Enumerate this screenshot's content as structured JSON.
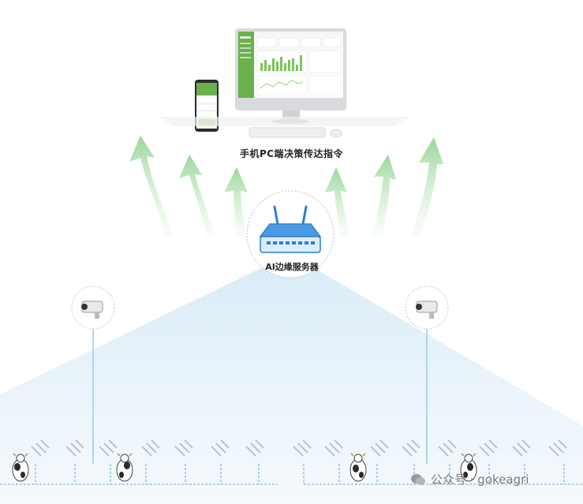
{
  "captions": {
    "pc_command": "手机PC端决策传达指令",
    "edge_server": "AI边缘服务器"
  },
  "watermark": {
    "text": "公众号 · gokeagri",
    "icon": "wechat-icon"
  },
  "colors": {
    "arrow_green": "#9fd7a0",
    "beam_blue": "#cfe6f2",
    "server_blue": "#2f7fd0",
    "dashed_line": "#6aa9d8",
    "screen_green": "#6ab04c"
  },
  "icons": [
    "desktop-monitor-icon",
    "smartphone-icon",
    "keyboard-icon",
    "mouse-icon",
    "router-icon",
    "camera-icon",
    "cow-icon",
    "feeder-rail-icon"
  ]
}
